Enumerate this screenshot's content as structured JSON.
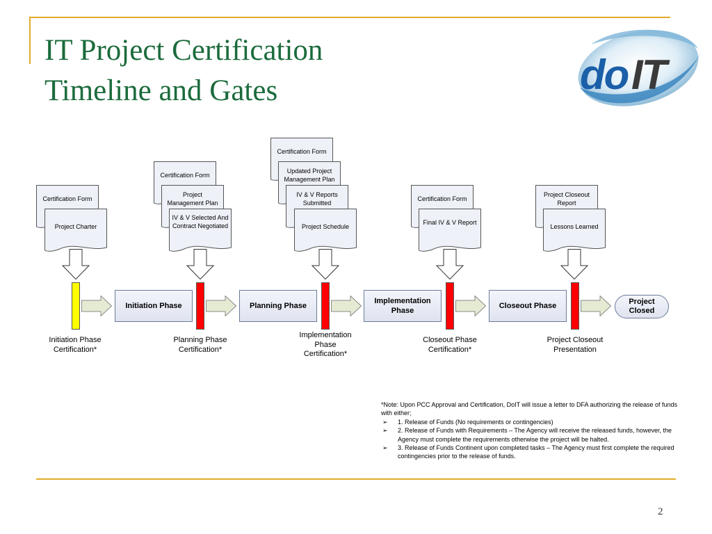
{
  "slide": {
    "title_line1": "IT Project Certification",
    "title_line2": "Timeline and Gates",
    "logo_text": "doIT",
    "page_number": "2"
  },
  "colors": {
    "title": "#1b6b3c",
    "rule": "#e0ac28",
    "gate_initial": "#ffff00",
    "gate": "#ff0000",
    "logo_blue": "#1b5fa8"
  },
  "documents": {
    "initiation": [
      "Certification Form",
      "Project Charter"
    ],
    "planning": [
      "Certification Form",
      "Project Management Plan",
      "IV & V Selected And Contract Negotiated"
    ],
    "implementation": [
      "Certification Form",
      "Updated Project Management Plan",
      "IV & V Reports Submitted",
      "Project Schedule"
    ],
    "closeout": [
      "Certification Form",
      "Final IV & V Report"
    ],
    "final": [
      "Project Closeout Report",
      "Lessons Learned"
    ]
  },
  "phases": {
    "initiation": "Initiation Phase",
    "planning": "Planning Phase",
    "implementation": "Implementation Phase",
    "closeout": "Closeout Phase",
    "end": "Project Closed"
  },
  "gate_labels": {
    "initiation": "Initiation Phase Certification*",
    "planning": "Planning Phase Certification*",
    "implementation": "Implementation Phase Certification*",
    "closeout": "Closeout Phase Certification*",
    "final": "Project Closeout Presentation"
  },
  "note": {
    "intro": "*Note:  Upon PCC Approval and Certification, DoIT will issue a letter to DFA authorizing the release of funds with either;",
    "items": [
      "1. Release of Funds (No requirements or contingencies)",
      "2. Release of Funds with Requirements – The Agency will receive the released funds, however, the Agency must complete the requirements otherwise the project will be halted.",
      "3. Release of Funds Continent upon completed tasks – The Agency must first complete the required contingencies prior to the release of funds."
    ]
  }
}
